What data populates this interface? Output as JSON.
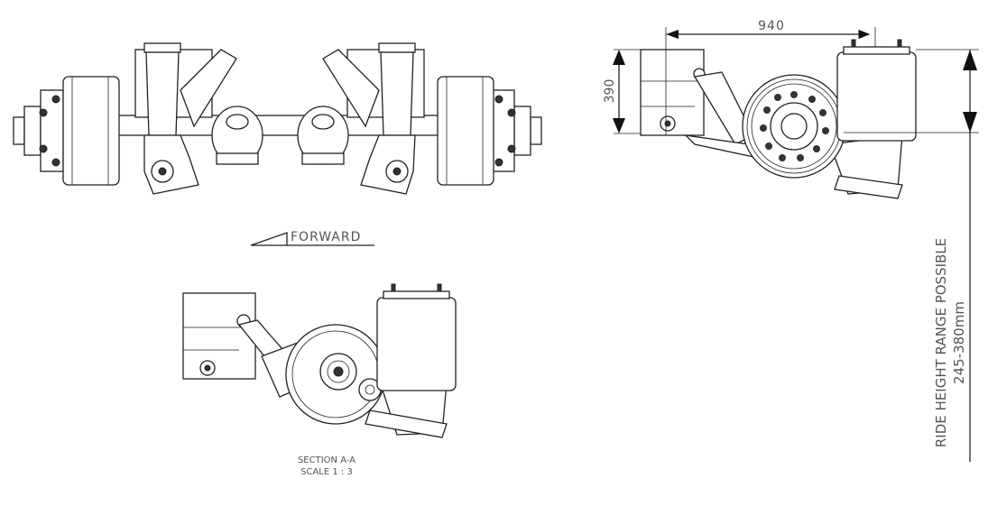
{
  "front_view": {
    "direction_label": "FORWARD"
  },
  "side_view": {
    "dimension_horizontal": "940",
    "dimension_vertical": "390",
    "ride_height_label": "RIDE HEIGHT RANGE POSSIBLE",
    "ride_height_range": "245-380mm"
  },
  "section_view": {
    "title": "SECTION A-A",
    "scale": "SCALE 1 : 3"
  }
}
